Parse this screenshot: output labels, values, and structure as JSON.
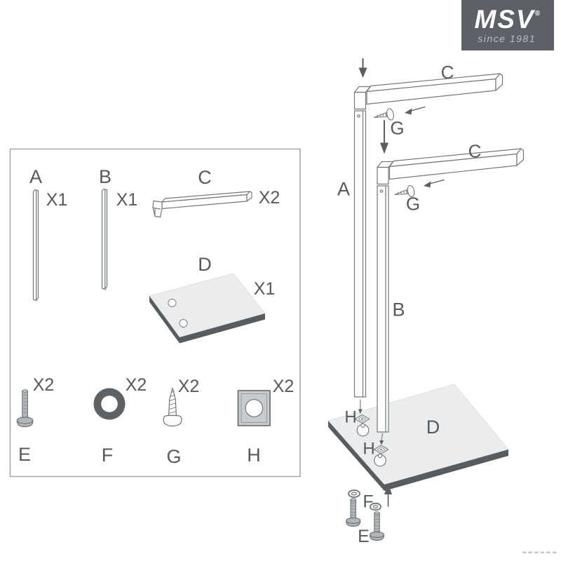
{
  "logo": {
    "brand": "MSV",
    "registered": "®",
    "tagline": "since 1981"
  },
  "parts_box": {
    "items": [
      {
        "id": "A",
        "qty": "X1"
      },
      {
        "id": "B",
        "qty": "X1"
      },
      {
        "id": "C",
        "qty": "X2"
      },
      {
        "id": "D",
        "qty": "X1"
      },
      {
        "id": "E",
        "qty": "X2"
      },
      {
        "id": "F",
        "qty": "X2"
      },
      {
        "id": "G",
        "qty": "X2"
      },
      {
        "id": "H",
        "qty": "X2"
      }
    ]
  },
  "assembly": {
    "pole_a_label": "A",
    "pole_b_label": "B",
    "top_arm_label": "C",
    "mid_arm_label": "C",
    "top_screw_label": "G",
    "mid_screw_label": "G",
    "base_label": "D",
    "top_nut_label": "H",
    "mid_nut_label": "H",
    "washer_label": "F",
    "bolt_label": "E"
  },
  "colors": {
    "line": "#73787c",
    "label": "#555a5e",
    "arrow": "#5a5f63",
    "plate_fill": "#ebecee",
    "plate_edge": "#565c60",
    "ring_fill": "#5d6266",
    "square_fill": "#c9cbcd",
    "bolt_fill": "#b3b6b8",
    "dash": "#c6c8ca",
    "logo_bg": "#5c6167",
    "logo_text": "#ffffff",
    "logo_tagline": "#b9bdbf"
  }
}
